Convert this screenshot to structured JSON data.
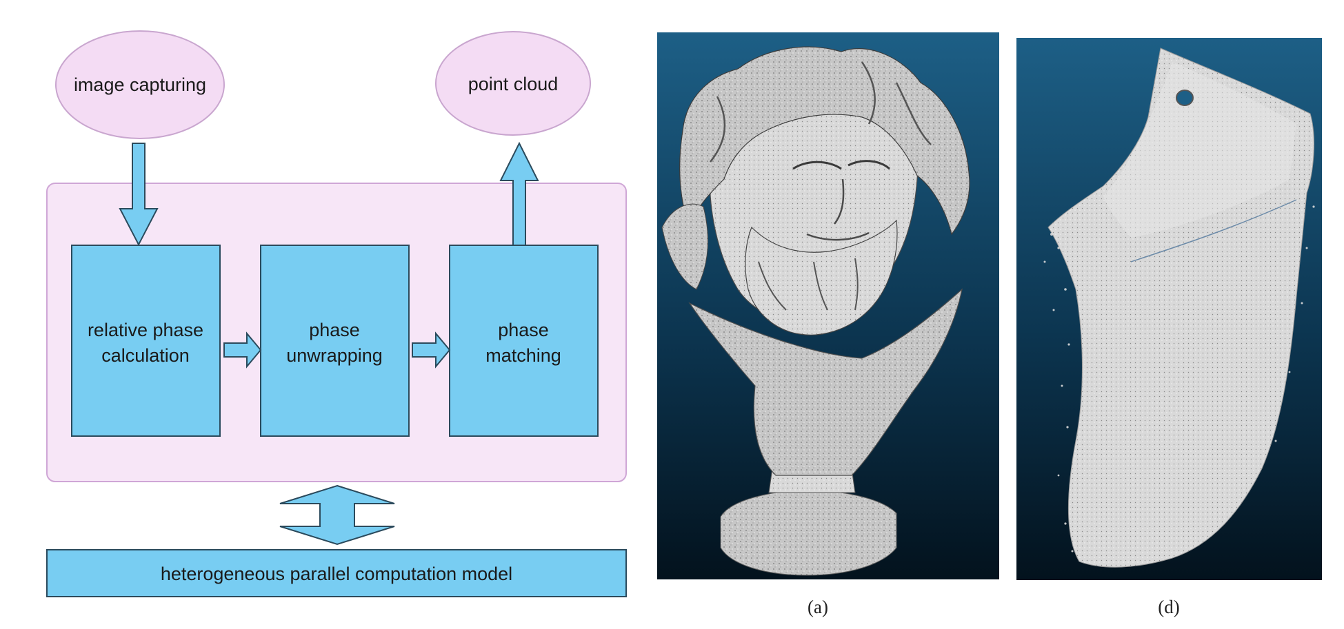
{
  "diagram": {
    "nodes": {
      "image_capturing": "image capturing",
      "point_cloud": "point cloud",
      "relative_phase": [
        "relative phase",
        "calculation"
      ],
      "phase_unwrapping": [
        "phase",
        "unwrapping"
      ],
      "phase_matching": [
        "phase",
        "matching"
      ],
      "model": "heterogeneous parallel computation model"
    },
    "colors": {
      "ellipse_fill": "#f4dcf4",
      "ellipse_stroke": "#c9a6cf",
      "container_fill": "#f7e6f7",
      "container_stroke": "#cfa6d6",
      "box_fill": "#78cdf2",
      "box_stroke": "#2b4a5c",
      "arrow_fill": "#78cdf2"
    }
  },
  "panels": [
    {
      "caption": "(a)",
      "subject": "point-cloud-bust"
    },
    {
      "caption": "(d)",
      "subject": "point-cloud-shoe-last"
    }
  ]
}
